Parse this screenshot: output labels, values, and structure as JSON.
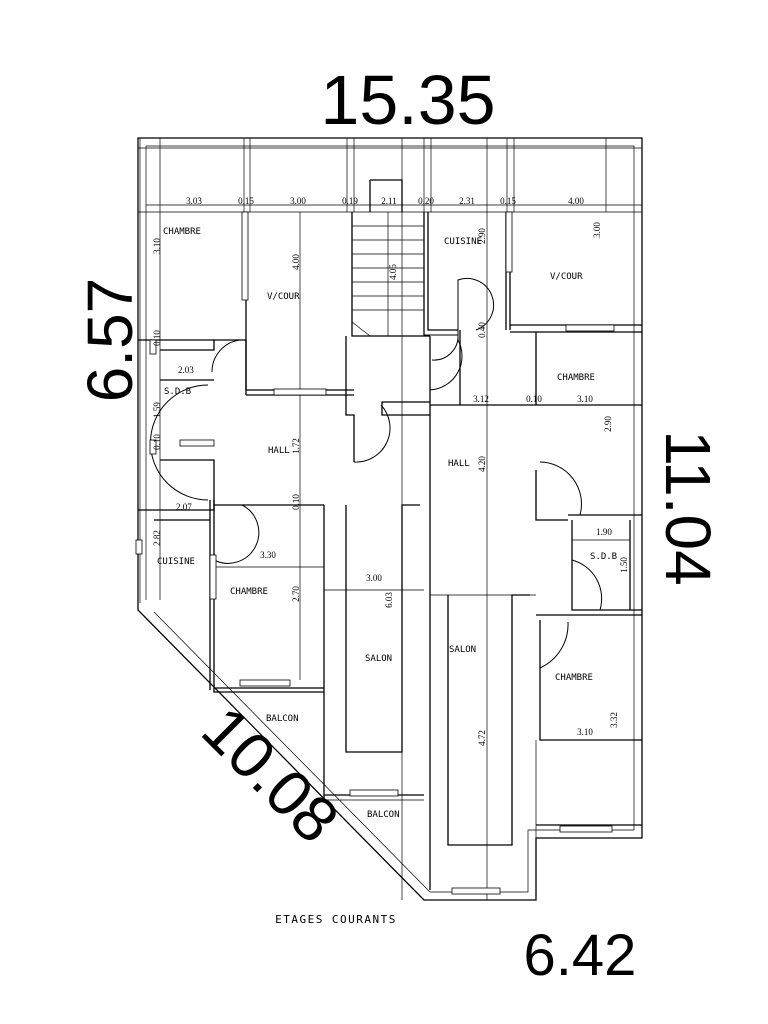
{
  "title": "ETAGES COURANTS",
  "overall_dimensions": {
    "top": "15.35",
    "left": "6.57",
    "right": "11.04",
    "diagonal": "10.08",
    "bottom": "6.42"
  },
  "rooms": {
    "chambre_nw": "CHAMBRE",
    "vcour_left": "V/COUR",
    "cuisine_top": "CUISINE",
    "vcour_right": "V/COUR",
    "chambre_ne": "CHAMBRE",
    "sdb_left": "S.D.B",
    "hall_left": "HALL",
    "hall_right": "HALL",
    "sdb_right": "S.D.B",
    "cuisine_left": "CUISINE",
    "chambre_left": "CHAMBRE",
    "salon_left": "SALON",
    "salon_right": "SALON",
    "chambre_se": "CHAMBRE",
    "balcon_1": "BALCON",
    "balcon_2": "BALCON"
  },
  "dimensions": {
    "top_row": [
      "3.03",
      "0.15",
      "3.00",
      "0.19",
      "2.11",
      "0.20",
      "2.31",
      "0.15",
      "4.00"
    ],
    "d_310": "3.10",
    "d_400": "4.00",
    "d_405": "4.05",
    "d_290a": "2.90",
    "d_300v": "3.00",
    "d_010a": "0.10",
    "d_203": "2.03",
    "d_159": "1.59",
    "d_010b": "0.10",
    "d_040": "0.40",
    "d_312": "3.12",
    "d_010c": "0.10",
    "d_310b": "3.10",
    "d_290b": "2.90",
    "d_172": "1.72",
    "d_420": "4.20",
    "d_207": "2.07",
    "d_010d": "0.10",
    "d_282": "2.82",
    "d_190": "1.90",
    "d_150": "1.50",
    "d_330": "3.30",
    "d_270": "2.70",
    "d_300": "3.00",
    "d_603": "6.03",
    "d_472": "4.72",
    "d_310c": "3.10",
    "d_332": "3.32"
  }
}
